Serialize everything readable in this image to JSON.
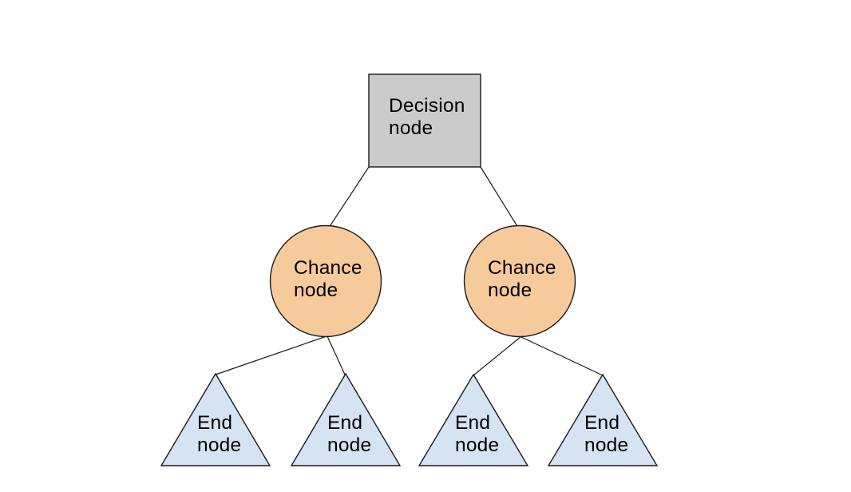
{
  "diagram": {
    "background": "#ffffff",
    "outline_color": "#1a1a1a",
    "text_color": "#000000",
    "nodes": {
      "decision": {
        "label": "Decision\nnode",
        "shape": "square",
        "fill": "#cbcbcb"
      },
      "chance_left": {
        "label": "Chance\nnode",
        "shape": "circle",
        "fill": "#f7ca9c"
      },
      "chance_right": {
        "label": "Chance\nnode",
        "shape": "circle",
        "fill": "#f7ca9c"
      },
      "end_1": {
        "label": "End\nnode",
        "shape": "triangle",
        "fill": "#d5e3f2"
      },
      "end_2": {
        "label": "End\nnode",
        "shape": "triangle",
        "fill": "#d5e3f2"
      },
      "end_3": {
        "label": "End\nnode",
        "shape": "triangle",
        "fill": "#d5e3f2"
      },
      "end_4": {
        "label": "End\nnode",
        "shape": "triangle",
        "fill": "#d5e3f2"
      }
    }
  }
}
